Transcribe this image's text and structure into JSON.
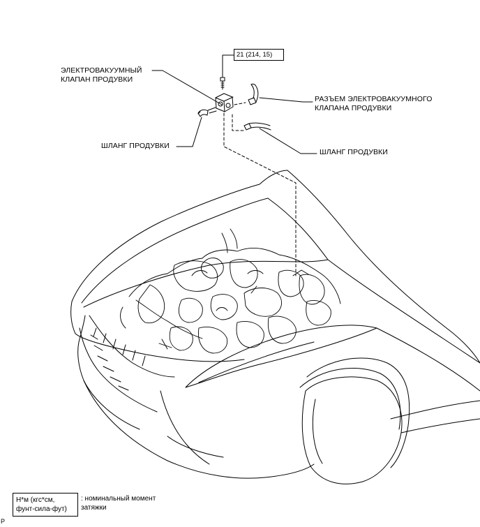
{
  "labels": {
    "vsv_line1": "ЭЛЕКТРОВАКУУМНЫЙ",
    "vsv_line2": "КЛАПАН ПРОДУВКИ",
    "connector_line1": "РАЗЪЕМ ЭЛЕКТРОВАКУУМНОГО",
    "connector_line2": "КЛАПАНА ПРОДУВКИ",
    "hose_left": "ШЛАНГ ПРОДУВКИ",
    "hose_right": "ШЛАНГ ПРОДУВКИ"
  },
  "torque": "21 (214, 15)",
  "legend": {
    "unit_line1": "Н*м (кгс*см,",
    "unit_line2": "фунт-сила-фут)",
    "desc_line1": ": номинальный момент",
    "desc_line2": "затяжки"
  },
  "corner_mark": "P"
}
